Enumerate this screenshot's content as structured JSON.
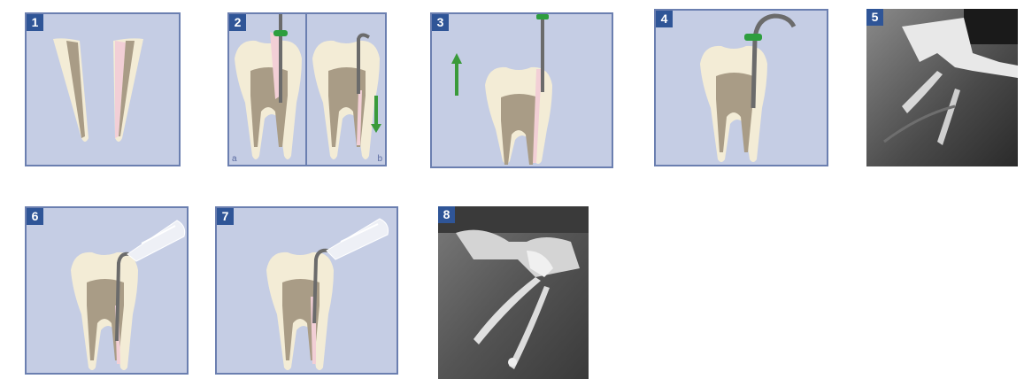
{
  "panels": [
    {
      "number": "1"
    },
    {
      "number": "2",
      "sub_left": "a",
      "sub_right": "b"
    },
    {
      "number": "3"
    },
    {
      "number": "4"
    },
    {
      "number": "5"
    },
    {
      "number": "6"
    },
    {
      "number": "7"
    },
    {
      "number": "8"
    }
  ],
  "colors": {
    "panel_bg": "#c5cde4",
    "panel_border": "#6b7fb0",
    "badge_bg": "#2f5597",
    "enamel": "#f3ecd6",
    "dentin": "#a99c86",
    "pulp_pink": "#f2cfd6",
    "instrument": "#6b6b6b",
    "stopper": "#2e9e3e",
    "arrow": "#3a9a3a",
    "handpiece": "#eef0f6"
  },
  "icons": [
    "up-arrow-icon",
    "down-arrow-icon"
  ]
}
